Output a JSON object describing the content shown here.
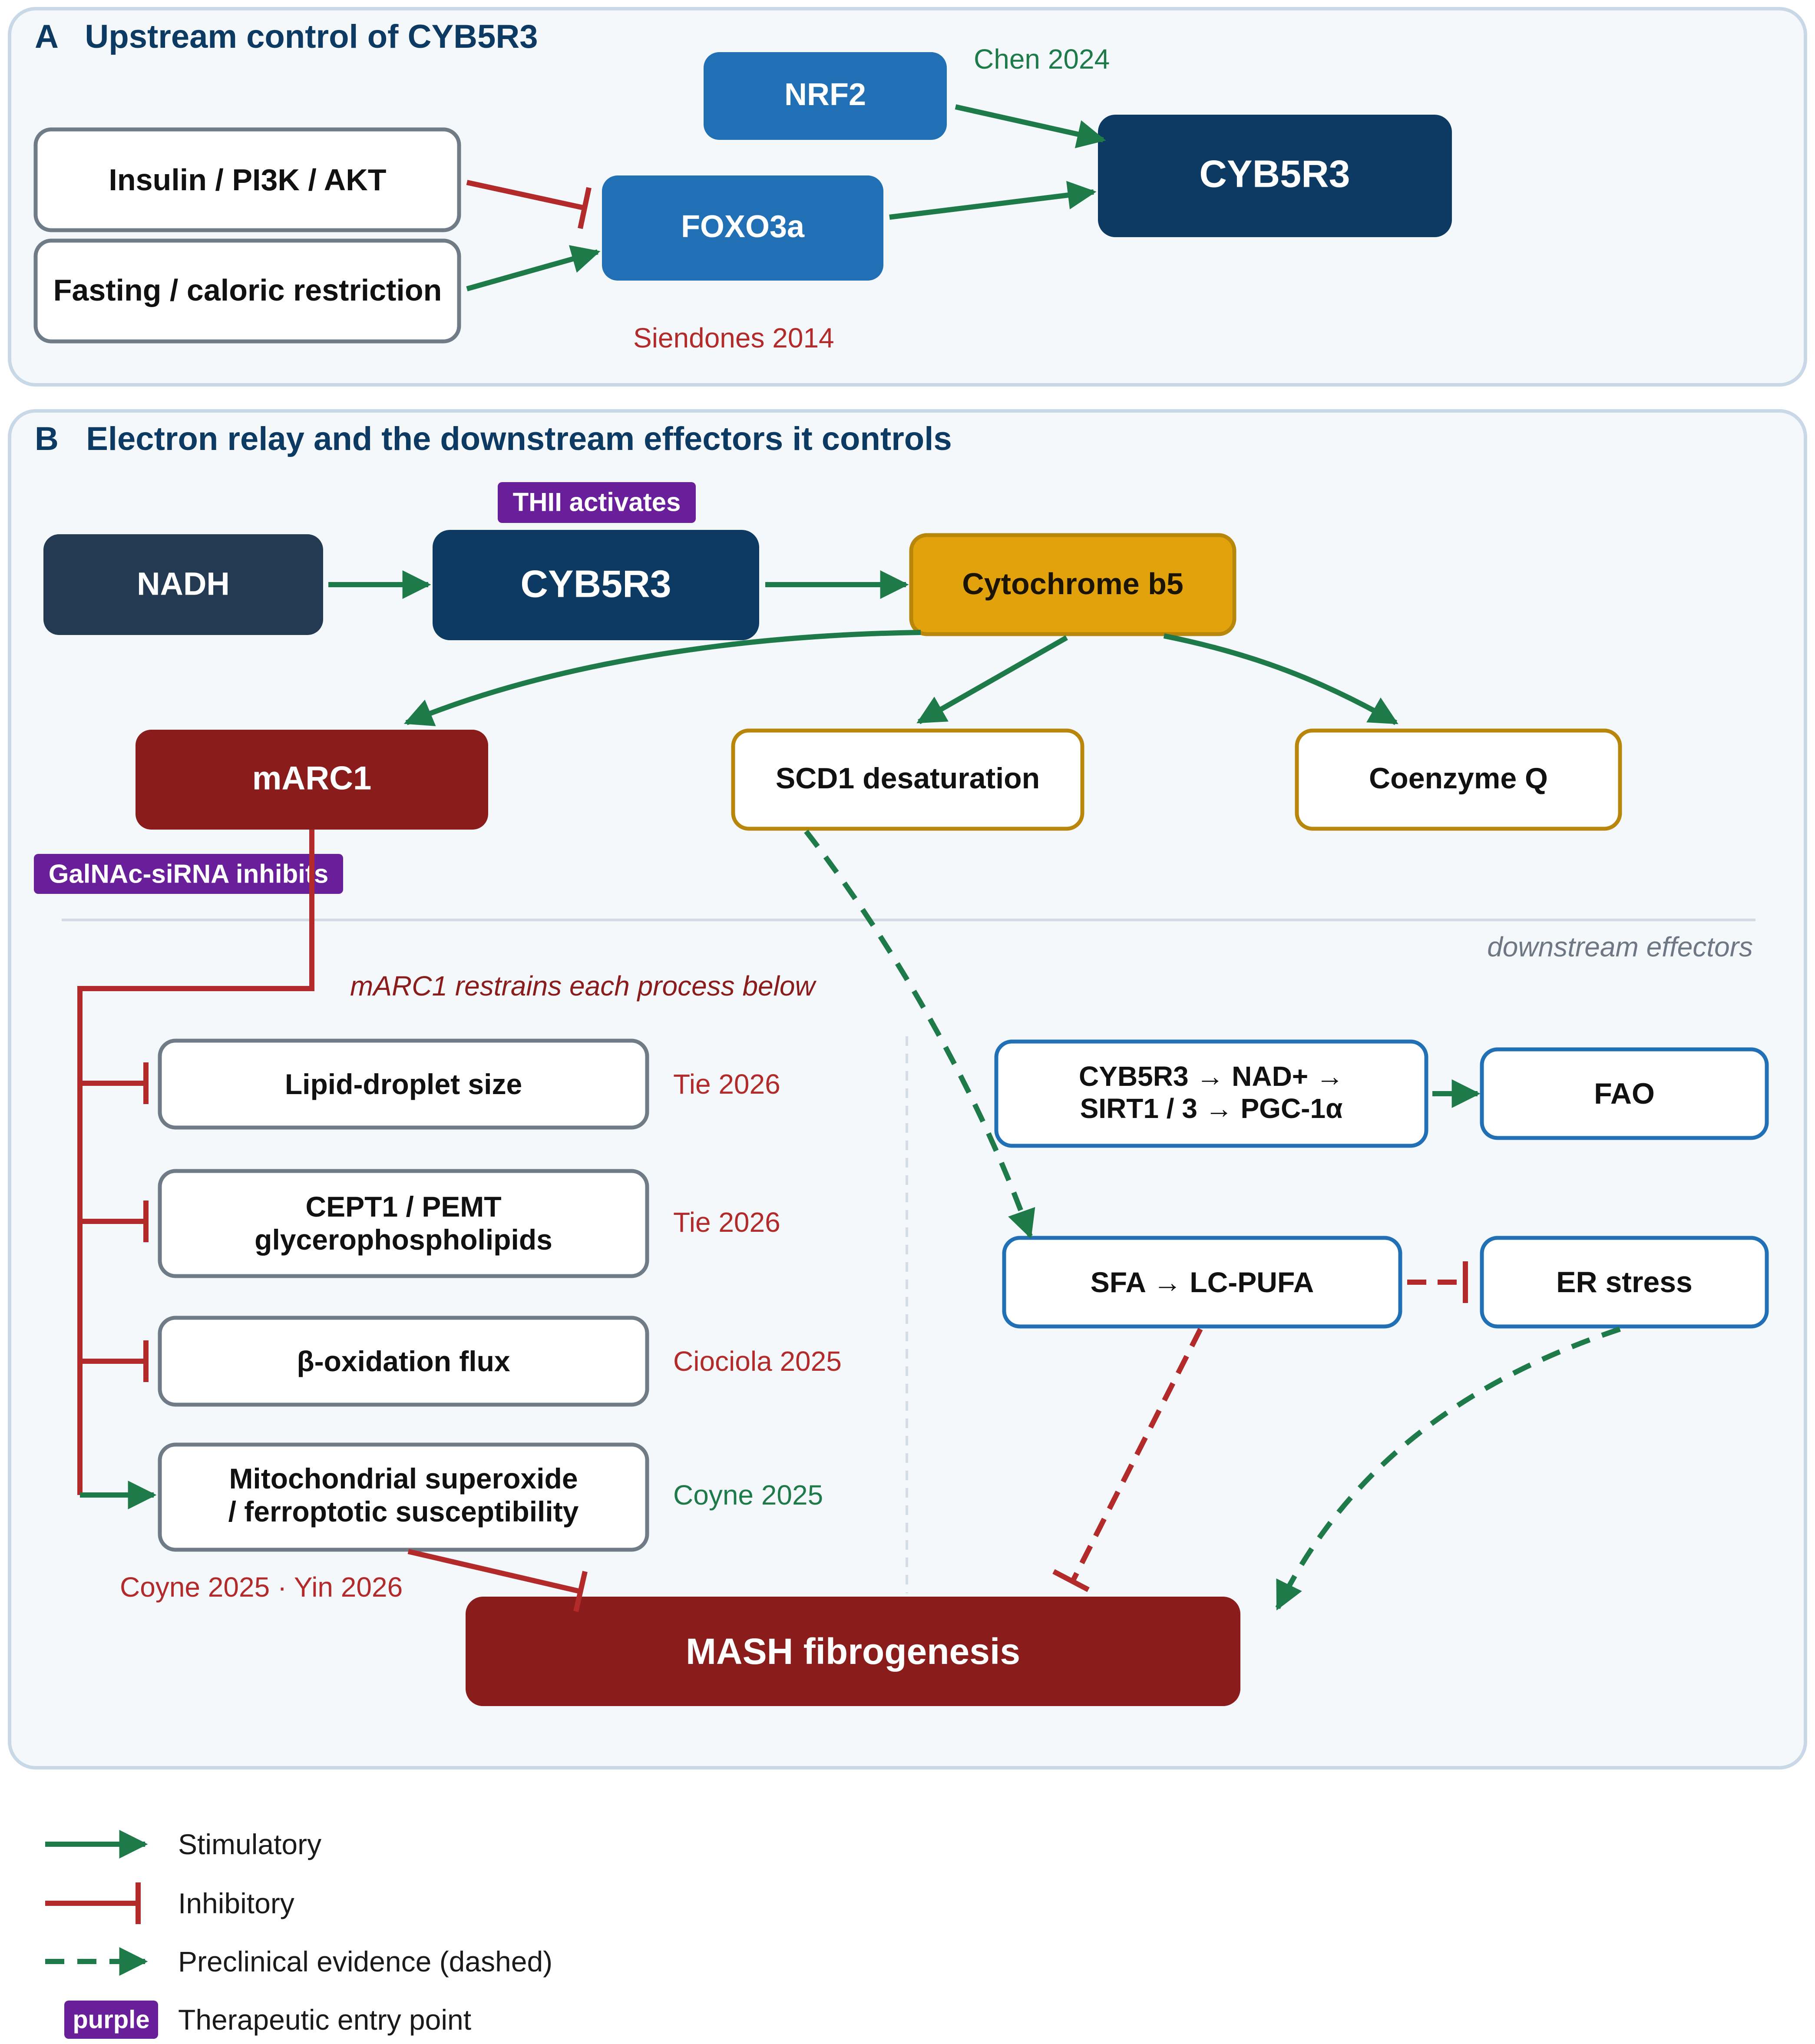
{
  "colors": {
    "stimulatory": "#1f7a4a",
    "inhibitory": "#b22a2a",
    "panel_fill": "#f4f8fb",
    "panel_stroke": "#c8d8e6",
    "dark_navy": "#0c3a63",
    "slate": "#233a52",
    "mid_blue": "#2170b5",
    "maroon": "#8b1c1c",
    "gold": "#e2a20c",
    "purple": "#6a1f9a"
  },
  "panel_a": {
    "title": "A   Upstream control of CYB5R3",
    "nodes": {
      "insulin": "Insulin / PI3K / AKT",
      "fasting": "Fasting / caloric restriction",
      "foxo3a": "FOXO3a",
      "nrf2": "NRF2",
      "cyb5r3": "CYB5R3"
    },
    "citations": {
      "chen": "Chen 2024",
      "siendones": "Siendones 2014"
    }
  },
  "panel_b": {
    "title": "B   Electron relay and the downstream effectors it controls",
    "badges": {
      "thii": "THII activates",
      "galnac": "GalNAc-siRNA inhibits"
    },
    "nodes": {
      "nadh": "NADH",
      "cyb5r3": "CYB5R3",
      "cytb5": "Cytochrome b5",
      "marc1": "mARC1",
      "scd1": "SCD1 desaturation",
      "coq": "Coenzyme Q",
      "lipid_droplet": "Lipid-droplet size",
      "cept1_line1": "CEPT1 / PEMT",
      "cept1_line2": "glycerophospholipids",
      "beta_ox": "β-oxidation flux",
      "mito_line1": "Mitochondrial superoxide",
      "mito_line2": "/ ferroptotic susceptibility",
      "sirt_line1": "CYB5R3 → NAD+ →",
      "sirt_line2": "SIRT1 / 3 → PGC-1α",
      "fao": "FAO",
      "sfa": "SFA → LC-PUFA",
      "er_stress": "ER stress",
      "mash": "MASH fibrogenesis"
    },
    "downstream_label": "downstream effectors",
    "marc1_note": "mARC1 restrains each process below",
    "citations": {
      "tie1": "Tie 2026",
      "tie2": "Tie 2026",
      "ciociola": "Ciociola 2025",
      "coyne": "Coyne 2025",
      "coyne_yin": "Coyne 2025 · Yin 2026"
    }
  },
  "legend": {
    "stimulatory": "Stimulatory",
    "inhibitory": "Inhibitory",
    "preclinical": "Preclinical evidence (dashed)",
    "purple_tag": "purple",
    "therapeutic": "Therapeutic entry point"
  }
}
